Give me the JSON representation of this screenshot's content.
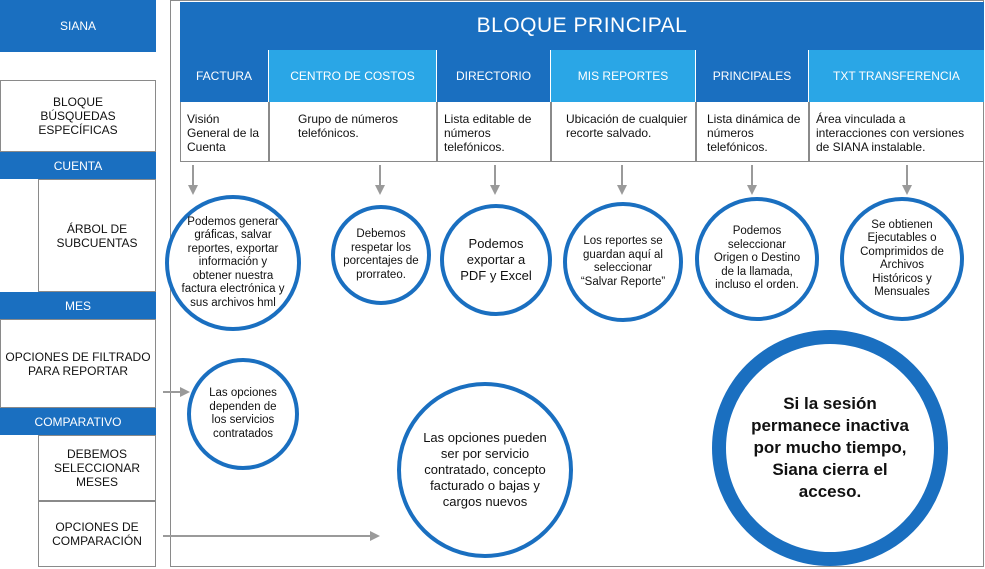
{
  "sidebar": {
    "siana": "SIANA",
    "bloque_busquedas": "BLOQUE BÚSQUEDAS ESPECÍFICAS",
    "cuenta": "CUENTA",
    "arbol": "ÁRBOL  DE SUBCUENTAS",
    "mes": "MES",
    "opciones_filtrado": "OPCIONES DE FILTRADO PARA REPORTAR",
    "comparativo": "COMPARATIVO",
    "seleccionar_meses": "DEBEMOS SELECCIONAR MESES",
    "opciones_comparacion": "OPCIONES DE COMPARACIÓN"
  },
  "main": {
    "title": "BLOQUE PRINCIPAL",
    "tabs": [
      {
        "label": "FACTURA",
        "desc": "Visión General de la Cuenta",
        "circle": "Podemos generar gráficas, salvar reportes, exportar información y obtener nuestra factura electrónica y sus archivos hml"
      },
      {
        "label": "CENTRO DE COSTOS",
        "desc": "Grupo de números telefónicos.",
        "circle": "Debemos respetar los porcentajes de prorrateo."
      },
      {
        "label": "DIRECTORIO",
        "desc": "Lista editable de números telefónicos.",
        "circle": "Podemos exportar a PDF y Excel"
      },
      {
        "label": "MIS REPORTES",
        "desc": "Ubicación de cualquier recorte salvado.",
        "circle": "Los reportes se guardan aquí al seleccionar “Salvar Reporte”"
      },
      {
        "label": "PRINCIPALES",
        "desc": "Lista dinámica de números telefónicos.",
        "circle": "Podemos seleccionar Origen o Destino de la llamada, incluso el orden."
      },
      {
        "label": "TXT TRANSFERENCIA",
        "desc": "Área vinculada a interacciones con versiones de SIANA instalable.",
        "circle": "Se obtienen Ejecutables o Comprimidos de Archivos Históricos y Mensuales"
      }
    ],
    "circle_filtrado": "Las opciones dependen de los servicios contratados",
    "circle_comparacion": "Las opciones pueden ser por servicio contratado, concepto facturado o bajas y cargos nuevos",
    "circle_sesion": "Si la sesión permanece inactiva por mucho tiempo, Siana cierra el acceso."
  },
  "colors": {
    "dark_blue": "#1a6fc0",
    "light_blue": "#2aa6e6",
    "arrow_gray": "#9a9a9a"
  }
}
